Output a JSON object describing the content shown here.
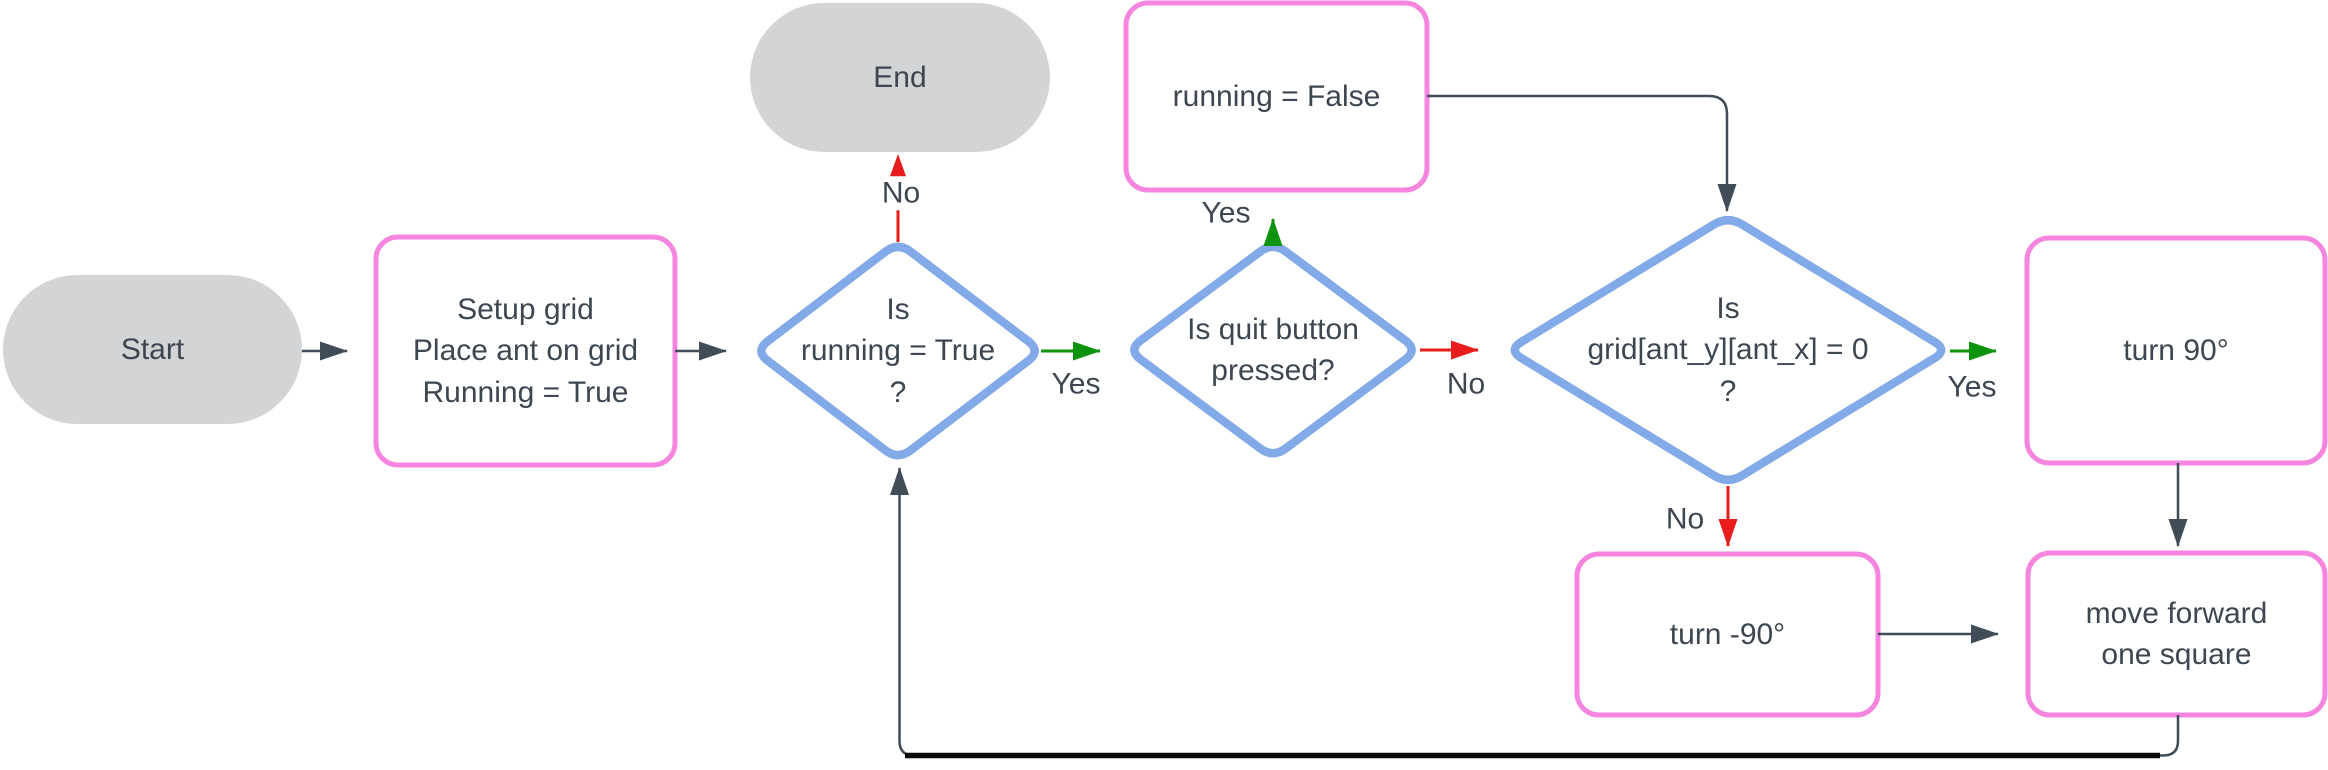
{
  "diagram": {
    "nodes": {
      "start": {
        "label": "Start"
      },
      "setup": {
        "label": "Setup grid\nPlace ant on grid\nRunning = True"
      },
      "decision_running": {
        "label": "Is\nrunning = True\n?"
      },
      "end": {
        "label": "End"
      },
      "decision_quit": {
        "label": "Is quit button\npressed?"
      },
      "running_false": {
        "label": "running = False"
      },
      "decision_grid": {
        "label": "Is\ngrid[ant_y][ant_x] = 0\n?"
      },
      "turn_90": {
        "label": "turn 90°"
      },
      "turn_neg_90": {
        "label": "turn -90°"
      },
      "move_forward": {
        "label": "move forward\none square"
      }
    },
    "edge_labels": {
      "running_no": "No",
      "running_yes": "Yes",
      "quit_yes": "Yes",
      "quit_no": "No",
      "grid_yes": "Yes",
      "grid_no": "No"
    },
    "colors": {
      "process_border": "#f685e0",
      "decision_border": "#82aae8",
      "terminal_fill": "#d2d4d6",
      "connector": "#414c59",
      "yes_color": "#0d930d",
      "no_color": "#e81d1b",
      "text_color": "#3d4651"
    }
  }
}
